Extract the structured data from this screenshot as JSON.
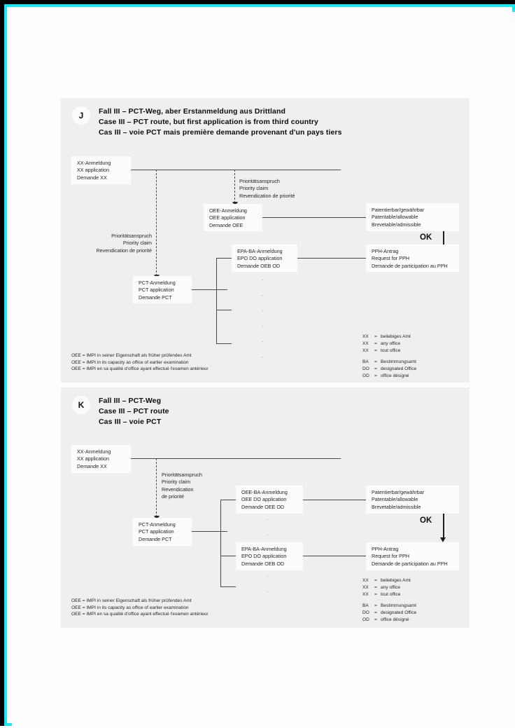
{
  "document": {
    "border_color_outer": "#000000",
    "border_color_inner": "#17e9ef",
    "panel_background": "#efefef",
    "box_background": "#fcfcfc",
    "line_color": "#4a4a4a"
  },
  "panels": [
    {
      "badge": "J",
      "title_de": "Fall III – PCT-Weg, aber Erstanmeldung aus Drittland",
      "title_en": "Case III – PCT route, but first application is from third country",
      "title_fr": "Cas III – voie PCT mais première demande provenant d'un pays tiers",
      "boxes": {
        "xx_application": {
          "de": "XX-Anmeldung",
          "en": "XX application",
          "fr": "Demande XX"
        },
        "oee_application": {
          "de": "OEE-Anmeldung",
          "en": "OEE application",
          "fr": "Demande OEE"
        },
        "pct_application": {
          "de": "PCT-Anmeldung",
          "en": "PCT application",
          "fr": "Demande PCT"
        },
        "epa_ba_application": {
          "de": "EPA-BA-Anmeldung",
          "en": "EPO DO application",
          "fr": "Demande OEB OD"
        },
        "patentable": {
          "de": "Patentierbar/gewährbar",
          "en": "Patentable/allowable",
          "fr": "Brevetable/admissible"
        },
        "pph_request": {
          "de": "PPH-Antrag",
          "en": "Request for PPH",
          "fr": "Demande de participation au PPH"
        }
      },
      "labels": {
        "priority_top": {
          "de": "Prioritätsanspruch",
          "en": "Priority claim",
          "fr": "Revendication de priorité"
        },
        "priority_left": {
          "de": "Prioritätsanspruch",
          "en": "Priority claim",
          "fr": "Revendication de priorité"
        },
        "ok": "OK"
      },
      "legend_oee": [
        "OEE = IMPI in seiner Eigenschaft als früher prüfendes Amt",
        "OEE = IMPI in its capacity as office of earlier examination",
        "OEE = IMPI en sa qualité d'office ayant effectué l'examen antérieur"
      ],
      "abbreviations": [
        {
          "key": "XX",
          "eq": "=",
          "value": "beliebiges Amt"
        },
        {
          "key": "XX",
          "eq": "=",
          "value": "any office"
        },
        {
          "key": "XX",
          "eq": "=",
          "value": "tout office"
        },
        {
          "key": "BA",
          "eq": "=",
          "value": "Bestimmungsamt"
        },
        {
          "key": "DO",
          "eq": "=",
          "value": "designated Office"
        },
        {
          "key": "OD",
          "eq": "=",
          "value": "office désigné"
        }
      ]
    },
    {
      "badge": "K",
      "title_de": "Fall III – PCT-Weg",
      "title_en": "Case III – PCT route",
      "title_fr": "Cas III – voie PCT",
      "boxes": {
        "xx_application": {
          "de": "XX-Anmeldung",
          "en": "XX application",
          "fr": "Demande XX"
        },
        "pct_application": {
          "de": "PCT-Anmeldung",
          "en": "PCT application",
          "fr": "Demande PCT"
        },
        "oee_ba_application": {
          "de": "OEE-BA-Anmeldung",
          "en": "OEE DO application",
          "fr": "Demande OEE OD"
        },
        "epa_ba_application": {
          "de": "EPA-BA-Anmeldung",
          "en": "EPO DO application",
          "fr": "Demande OEB OD"
        },
        "patentable": {
          "de": "Patentierbar/gewährbar",
          "en": "Patentable/allowable",
          "fr": "Brevetable/admissible"
        },
        "pph_request": {
          "de": "PPH-Antrag",
          "en": "Request for PPH",
          "fr": "Demande de participation au PPH"
        }
      },
      "labels": {
        "priority": {
          "de": "Prioritätsanspruch",
          "en": "Priority claim",
          "fr1": "Revendication",
          "fr2": "de priorité"
        },
        "ok": "OK"
      },
      "legend_oee": [
        "OEE = IMPI in seiner Eigenschaft als früher prüfendes Amt",
        "OEE = IMPI in its capacity as office of earlier examination",
        "OEE = IMPI en sa qualité d'office ayant effectué l'examen antérieur"
      ],
      "abbreviations": [
        {
          "key": "XX",
          "eq": "=",
          "value": "beliebiges Amt"
        },
        {
          "key": "XX",
          "eq": "=",
          "value": "any office"
        },
        {
          "key": "XX",
          "eq": "=",
          "value": "tout office"
        },
        {
          "key": "BA",
          "eq": "=",
          "value": "Bestimmungsamt"
        },
        {
          "key": "DO",
          "eq": "=",
          "value": "designated Office"
        },
        {
          "key": "OD",
          "eq": "=",
          "value": "office désigné"
        }
      ]
    }
  ]
}
